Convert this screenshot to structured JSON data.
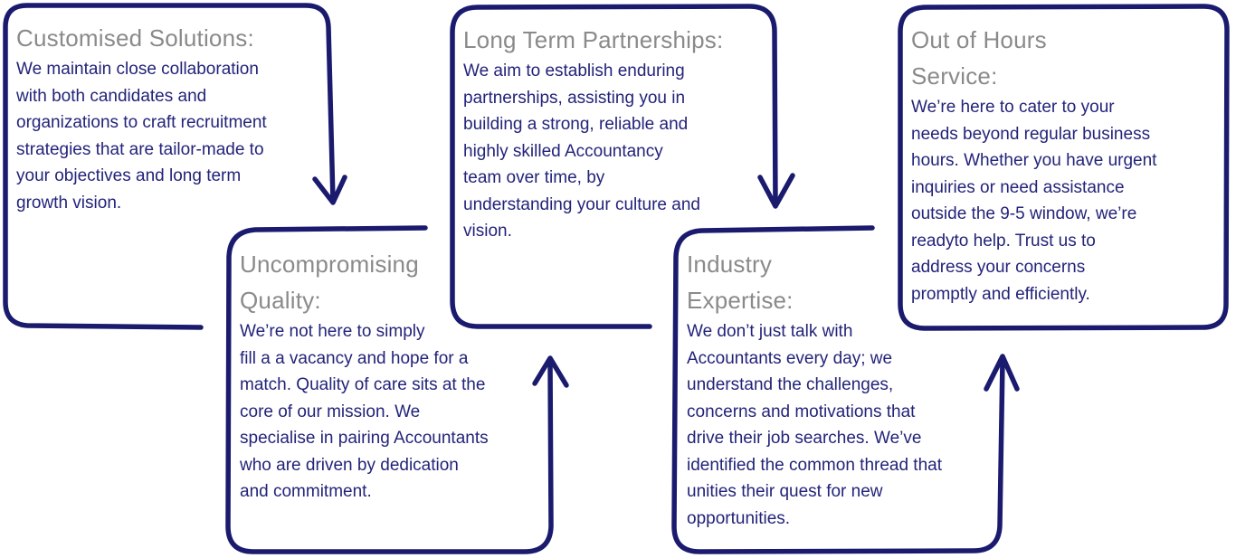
{
  "stages": [
    {
      "id": "customised-solutions",
      "title": "Customised Solutions:",
      "body": "We maintain close collaboration\nwith both candidates and\norganizations to craft recruitment\nstrategies  that are tailor-made to\nyour objectives and long term\ngrowth vision."
    },
    {
      "id": "uncompromising-quality",
      "title": "Uncompromising\nQuality:",
      "body": "We’re not here to simply\nfill a a vacancy and hope for a\nmatch. Quality of care sits at the\ncore of our mission. We\nspecialise in pairing Accountants\nwho are driven by dedication\nand commitment."
    },
    {
      "id": "long-term-partnerships",
      "title": "Long Term Partnerships:",
      "body": "We aim to establish enduring\npartnerships, assisting you in\nbuilding a strong, reliable and\nhighly skilled Accountancy\nteam over time, by\nunderstanding your culture and\nvision."
    },
    {
      "id": "industry-expertise",
      "title": "Industry\nExpertise:",
      "body": "We don’t just talk with\nAccountants every day; we\nunderstand the challenges,\nconcerns and motivations that\ndrive their job searches. We’ve\nidentified the common thread that\nunities their quest for new\nopportunities."
    },
    {
      "id": "out-of-hours-service",
      "title": "Out of Hours\nService:",
      "body": "We’re here to cater to your\nneeds beyond regular business\nhours. Whether you have urgent\ninquiries or need assistance\noutside the 9-5 window, we’re\nreadyto help. Trust us to\naddress your concerns\npromptly and efficiently."
    }
  ],
  "colors": {
    "line": "#1a1a6e",
    "title": "#8a8a8a",
    "body": "#23237a",
    "background": "#ffffff"
  }
}
